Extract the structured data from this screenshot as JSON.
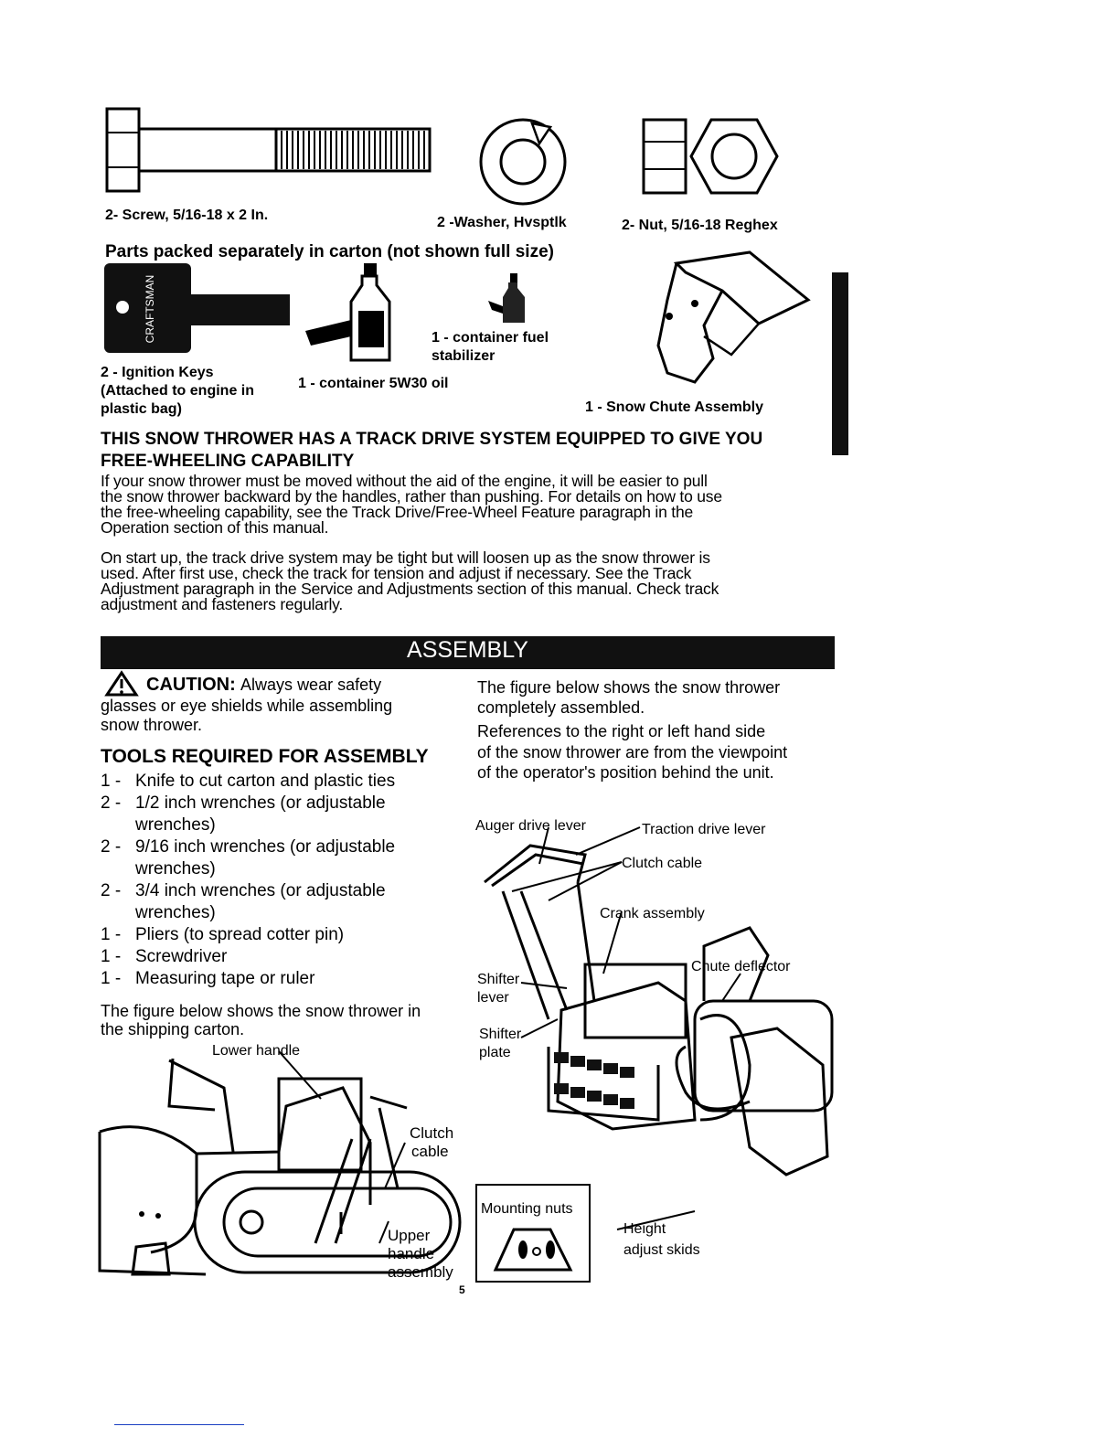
{
  "hardware": {
    "screw": "2- Screw, 5/16-18 x 2 In.",
    "washer": "2 -Washer, Hvsptlk",
    "nut": "2- Nut, 5/16-18 Reghex"
  },
  "carton": {
    "heading": "Parts packed separately in carton (not shown full size)",
    "key_brand": "CRAFTSMAN",
    "keys_line1": "2 -  Ignition Keys",
    "keys_line2": "(Attached to engine in",
    "keys_line3": "plastic bag)",
    "oil": "1 - container 5W30 oil",
    "stabilizer_line1": "1 - container fuel",
    "stabilizer_line2": "stabilizer",
    "chute": "1 - Snow Chute Assembly"
  },
  "freewheel": {
    "heading_line1": "THIS SNOW THROWER HAS A TRACK DRIVE SYSTEM EQUIPPED TO GIVE YOU",
    "heading_line2": "FREE-WHEELING CAPABILITY",
    "para1": [
      "If your snow thrower must be moved without the aid of the engine, it will be easier to pull",
      "the snow thrower backward by the handles, rather than pushing. For details on how to use",
      "the free-wheeling capability, see the Track Drive/Free-Wheel Feature paragraph in the",
      "Operation section of this manual."
    ],
    "para2": [
      "On start up, the track drive system may be tight but will loosen up as the snow thrower is",
      "used. After first use, check the track for tension and adjust if necessary. See the Track",
      "Adjustment paragraph in the Service and  Adjustments section of this manual. Check track",
      "adjustment and fasteners regularly."
    ]
  },
  "assembly": {
    "banner": "ASSEMBLY",
    "caution_label": "CAUTION:",
    "caution_rest": "Always wear safety",
    "caution_line2": "glasses or eye shields while assembling",
    "caution_line3": "snow  thrower.",
    "tools_heading": "TOOLS REQUIRED FOR ASSEMBLY",
    "tools": [
      {
        "num": "1 -",
        "text": "Knife to cut carton and plastic ties",
        "text2": ""
      },
      {
        "num": "2 -",
        "text": "1/2 inch wrenches (or adjustable",
        "text2": "wrenches)"
      },
      {
        "num": "2 -",
        "text": "9/16 inch wrenches (or adjustable",
        "text2": "wrenches)"
      },
      {
        "num": "2 -",
        "text": "3/4 inch wrenches (or adjustable",
        "text2": "wrenches)"
      },
      {
        "num": "1 -",
        "text": "Pliers (to spread cotter pin)",
        "text2": ""
      },
      {
        "num": "1 -",
        "text": "Screwdriver",
        "text2": ""
      },
      {
        "num": "1 -",
        "text": "Measuring tape or ruler",
        "text2": ""
      }
    ],
    "shipping_line1": "The figure below shows the snow thrower in",
    "shipping_line2": "the shipping carton.",
    "right_line1": "The figure below shows the snow  thrower",
    "right_line2": "completely assembled.",
    "ref_line1": "References to the right or left hand side",
    "ref_line2": "of the snow thrower are from the viewpoint",
    "ref_line3": "of the operator's position behind the unit."
  },
  "carton_figure": {
    "lower_handle": "Lower handle",
    "clutch_cable_1": "Clutch",
    "clutch_cable_2": "cable",
    "upper_1": "Upper",
    "upper_2": "handle",
    "upper_3": "assembly"
  },
  "assembled_figure": {
    "auger": "Auger drive lever",
    "traction": "Traction drive lever",
    "clutch": "Clutch cable",
    "crank": "Crank assembly",
    "chute_deflector": "Chute deflector",
    "shifter_lever_1": "Shifter",
    "shifter_lever_2": "lever",
    "shifter_plate_1": "Shifter",
    "shifter_plate_2": "plate",
    "mounting_nuts": "Mounting nuts",
    "height_1": "Height",
    "height_2": "adjust skids"
  },
  "page_number": "5"
}
